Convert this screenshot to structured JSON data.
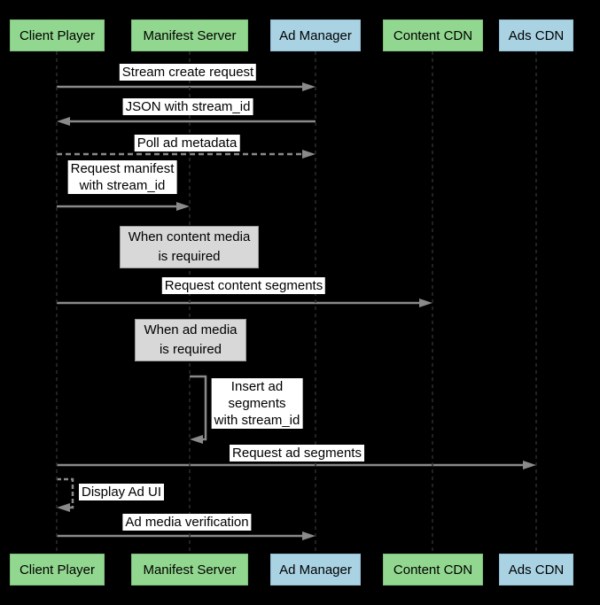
{
  "colors": {
    "background": "#000000",
    "actor_green": "#92d78f",
    "actor_blue": "#a9d2e3",
    "arrow_gray": "#8a8a8a",
    "note_fill": "#d8d8d8",
    "note_border": "#999999",
    "label_bg": "#ffffff",
    "text": "#000000",
    "lifeline": "#2e2e2e"
  },
  "actors": [
    {
      "label": "Client Player",
      "color": "#92d78f"
    },
    {
      "label": "Manifest Server",
      "color": "#92d78f"
    },
    {
      "label": "Ad Manager",
      "color": "#a9d2e3"
    },
    {
      "label": "Content CDN",
      "color": "#92d78f"
    },
    {
      "label": "Ads CDN",
      "color": "#a9d2e3"
    }
  ],
  "messages": [
    {
      "label": "Stream create request",
      "from": "Client Player",
      "to": "Ad Manager",
      "line": "solid",
      "kind": "arrow"
    },
    {
      "label": "JSON with stream_id",
      "from": "Ad Manager",
      "to": "Client Player",
      "line": "solid",
      "kind": "arrow"
    },
    {
      "label": "Poll ad metadata",
      "from": "Client Player",
      "to": "Ad Manager",
      "line": "dashed",
      "kind": "arrow"
    },
    {
      "lines": [
        "Request manifest",
        "with stream_id"
      ],
      "from": "Client Player",
      "to": "Manifest Server",
      "line": "solid",
      "kind": "arrow"
    },
    {
      "label": "Request content segments",
      "from": "Client Player",
      "to": "Content CDN",
      "line": "solid",
      "kind": "arrow"
    },
    {
      "lines": [
        "Insert ad",
        "segments",
        "with stream_id"
      ],
      "from": "Manifest Server",
      "to": "Manifest Server",
      "line": "solid",
      "kind": "self-loop"
    },
    {
      "label": "Request ad segments",
      "from": "Client Player",
      "to": "Ads CDN",
      "line": "solid",
      "kind": "arrow"
    },
    {
      "label": "Display Ad UI",
      "from": "Client Player",
      "to": "Client Player",
      "line": "dashed",
      "kind": "self-loop"
    },
    {
      "label": "Ad media verification",
      "from": "Client Player",
      "to": "Ad Manager",
      "line": "solid",
      "kind": "arrow"
    }
  ],
  "notes": [
    {
      "lines": [
        "When content media",
        "is required"
      ]
    },
    {
      "lines": [
        "When ad media",
        "is required"
      ]
    }
  ]
}
